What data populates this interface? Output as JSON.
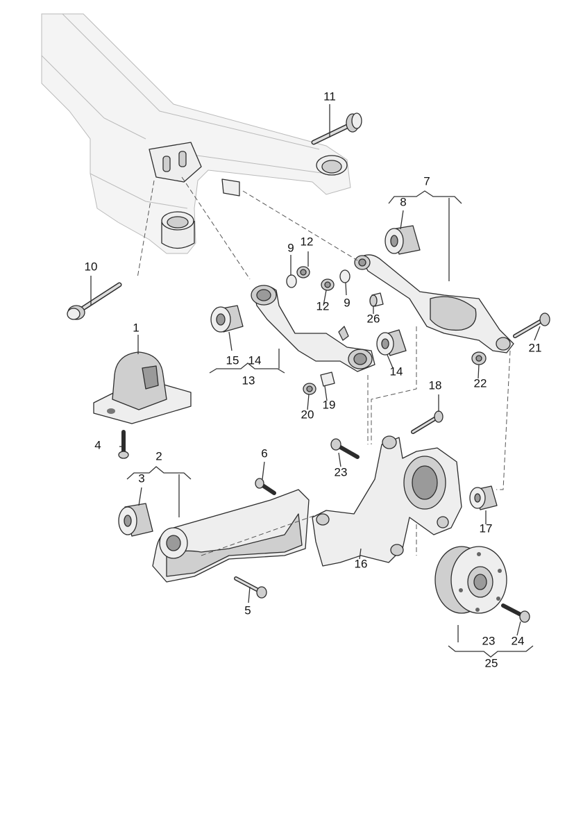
{
  "callouts": [
    {
      "id": "1",
      "text": "1"
    },
    {
      "id": "2",
      "text": "2"
    },
    {
      "id": "3",
      "text": "3"
    },
    {
      "id": "4",
      "text": "4"
    },
    {
      "id": "5",
      "text": "5"
    },
    {
      "id": "6",
      "text": "6"
    },
    {
      "id": "7",
      "text": "7"
    },
    {
      "id": "8",
      "text": "8"
    },
    {
      "id": "9a",
      "text": "9"
    },
    {
      "id": "9b",
      "text": "9"
    },
    {
      "id": "10",
      "text": "10"
    },
    {
      "id": "11",
      "text": "11"
    },
    {
      "id": "12a",
      "text": "12"
    },
    {
      "id": "12b",
      "text": "12"
    },
    {
      "id": "13",
      "text": "13"
    },
    {
      "id": "14a",
      "text": "14"
    },
    {
      "id": "14b",
      "text": "14"
    },
    {
      "id": "15",
      "text": "15"
    },
    {
      "id": "16",
      "text": "16"
    },
    {
      "id": "17",
      "text": "17"
    },
    {
      "id": "18",
      "text": "18"
    },
    {
      "id": "19",
      "text": "19"
    },
    {
      "id": "20",
      "text": "20"
    },
    {
      "id": "21",
      "text": "21"
    },
    {
      "id": "22",
      "text": "22"
    },
    {
      "id": "23a",
      "text": "23"
    },
    {
      "id": "23b",
      "text": "23"
    },
    {
      "id": "24",
      "text": "24"
    },
    {
      "id": "25",
      "text": "25"
    },
    {
      "id": "26",
      "text": "26"
    }
  ],
  "parts": [
    "subframe",
    "mounting-bracket",
    "trailing-arm",
    "trailing-arm-bushing",
    "lower-wishbone",
    "wishbone-bushing",
    "upper-control-arm",
    "control-arm-bushing",
    "wheel-bearing-housing",
    "wheel-hub",
    "hub-bushing"
  ],
  "colors": {
    "line": "#2c2c2c",
    "part_light": "#eeeeee",
    "part_mid": "#cfcfcf",
    "part_dark": "#9a9a9a",
    "background": "#ffffff"
  }
}
